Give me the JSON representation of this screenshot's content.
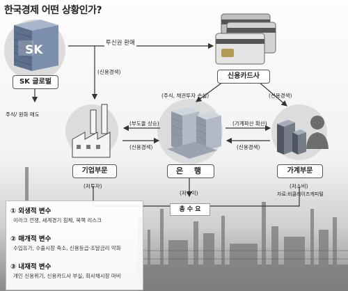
{
  "title": "한국경제 어떤 상황인가?",
  "nodes": {
    "sk": "SK 글로벌",
    "card": "신용카드사",
    "corp": "기업부문",
    "bank": "은 행",
    "house": "가계부문"
  },
  "sk_logo": "SK",
  "sub_labels": {
    "corp": "(저투자)",
    "house": "(저소비)",
    "bank_liquidity": "(저수익)",
    "total_demand": "총 수 요"
  },
  "edges": {
    "investment_trust": "투신권 환매",
    "credit_tight_1": "(신용경색)",
    "credit_tight_2": "(신용경색)",
    "credit_tight_3": "(신용경색)",
    "credit_tight_4": "(신용경색)",
    "stock_sale": "주식/ 원화 매도",
    "stock_loss": "(주식, 채권투자 손실)",
    "bad_debt": "(부도율 상승)",
    "household_bankruptcy": "(가계파산 확산)"
  },
  "source": "자료:비클레이즈캐피털",
  "legend": [
    {
      "head": "① 외생적 변수",
      "body": "이라크 전쟁, 세계경기 침체, 북핵 리스크"
    },
    {
      "head": "② 매개적 변수",
      "body": "수입유가, 수출시장 축소, 신용등급·조달금리 악화"
    },
    {
      "head": "③ 내재적 변수",
      "body": "개인 신용위기, 신용카드사 부실, 회사채시장 마비"
    }
  ],
  "colors": {
    "arrow": "#333333",
    "circle": "#dcdcdc",
    "box_border": "#555555"
  }
}
